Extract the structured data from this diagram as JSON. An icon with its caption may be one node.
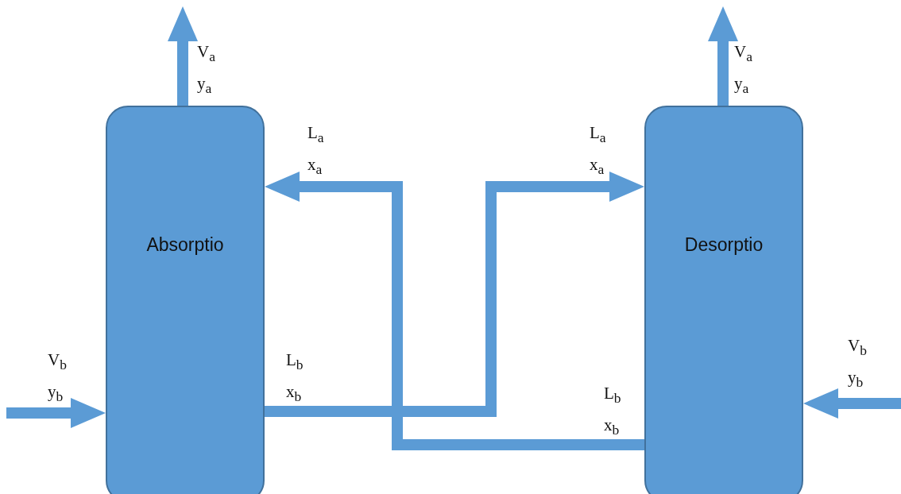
{
  "diagram": {
    "nodes": [
      {
        "text": [
          "Absorptio"
        ]
      },
      {
        "text": [
          "Desorptio"
        ]
      }
    ],
    "edges": [
      {
        "from": 0,
        "to": null,
        "arrow": "to",
        "label": "V$_{a}$ y$_{a}$"
      },
      {
        "from": 1,
        "to": null,
        "arrow": "to",
        "label": "V$_{a}$ y$_{a}$"
      },
      {
        "from": 1,
        "to": 0,
        "arrow": "to",
        "label": "L$_{a}$ x$_{a}$"
      },
      {
        "from": 0,
        "to": 1,
        "arrow": "to",
        "label": "L$_{a}$ x$_{a}$"
      },
      {
        "from": null,
        "to": 0,
        "arrow": "to",
        "label": "V$_{b}$ y$_{b}$"
      },
      {
        "from": null,
        "to": 1,
        "arrow": "to",
        "label": "V$_{b}$ y$_{b}$"
      }
    ],
    "labels": [
      "L$_{b}$ x$_{b}$",
      "L$_{b}$ x$_{b}$"
    ]
  }
}
